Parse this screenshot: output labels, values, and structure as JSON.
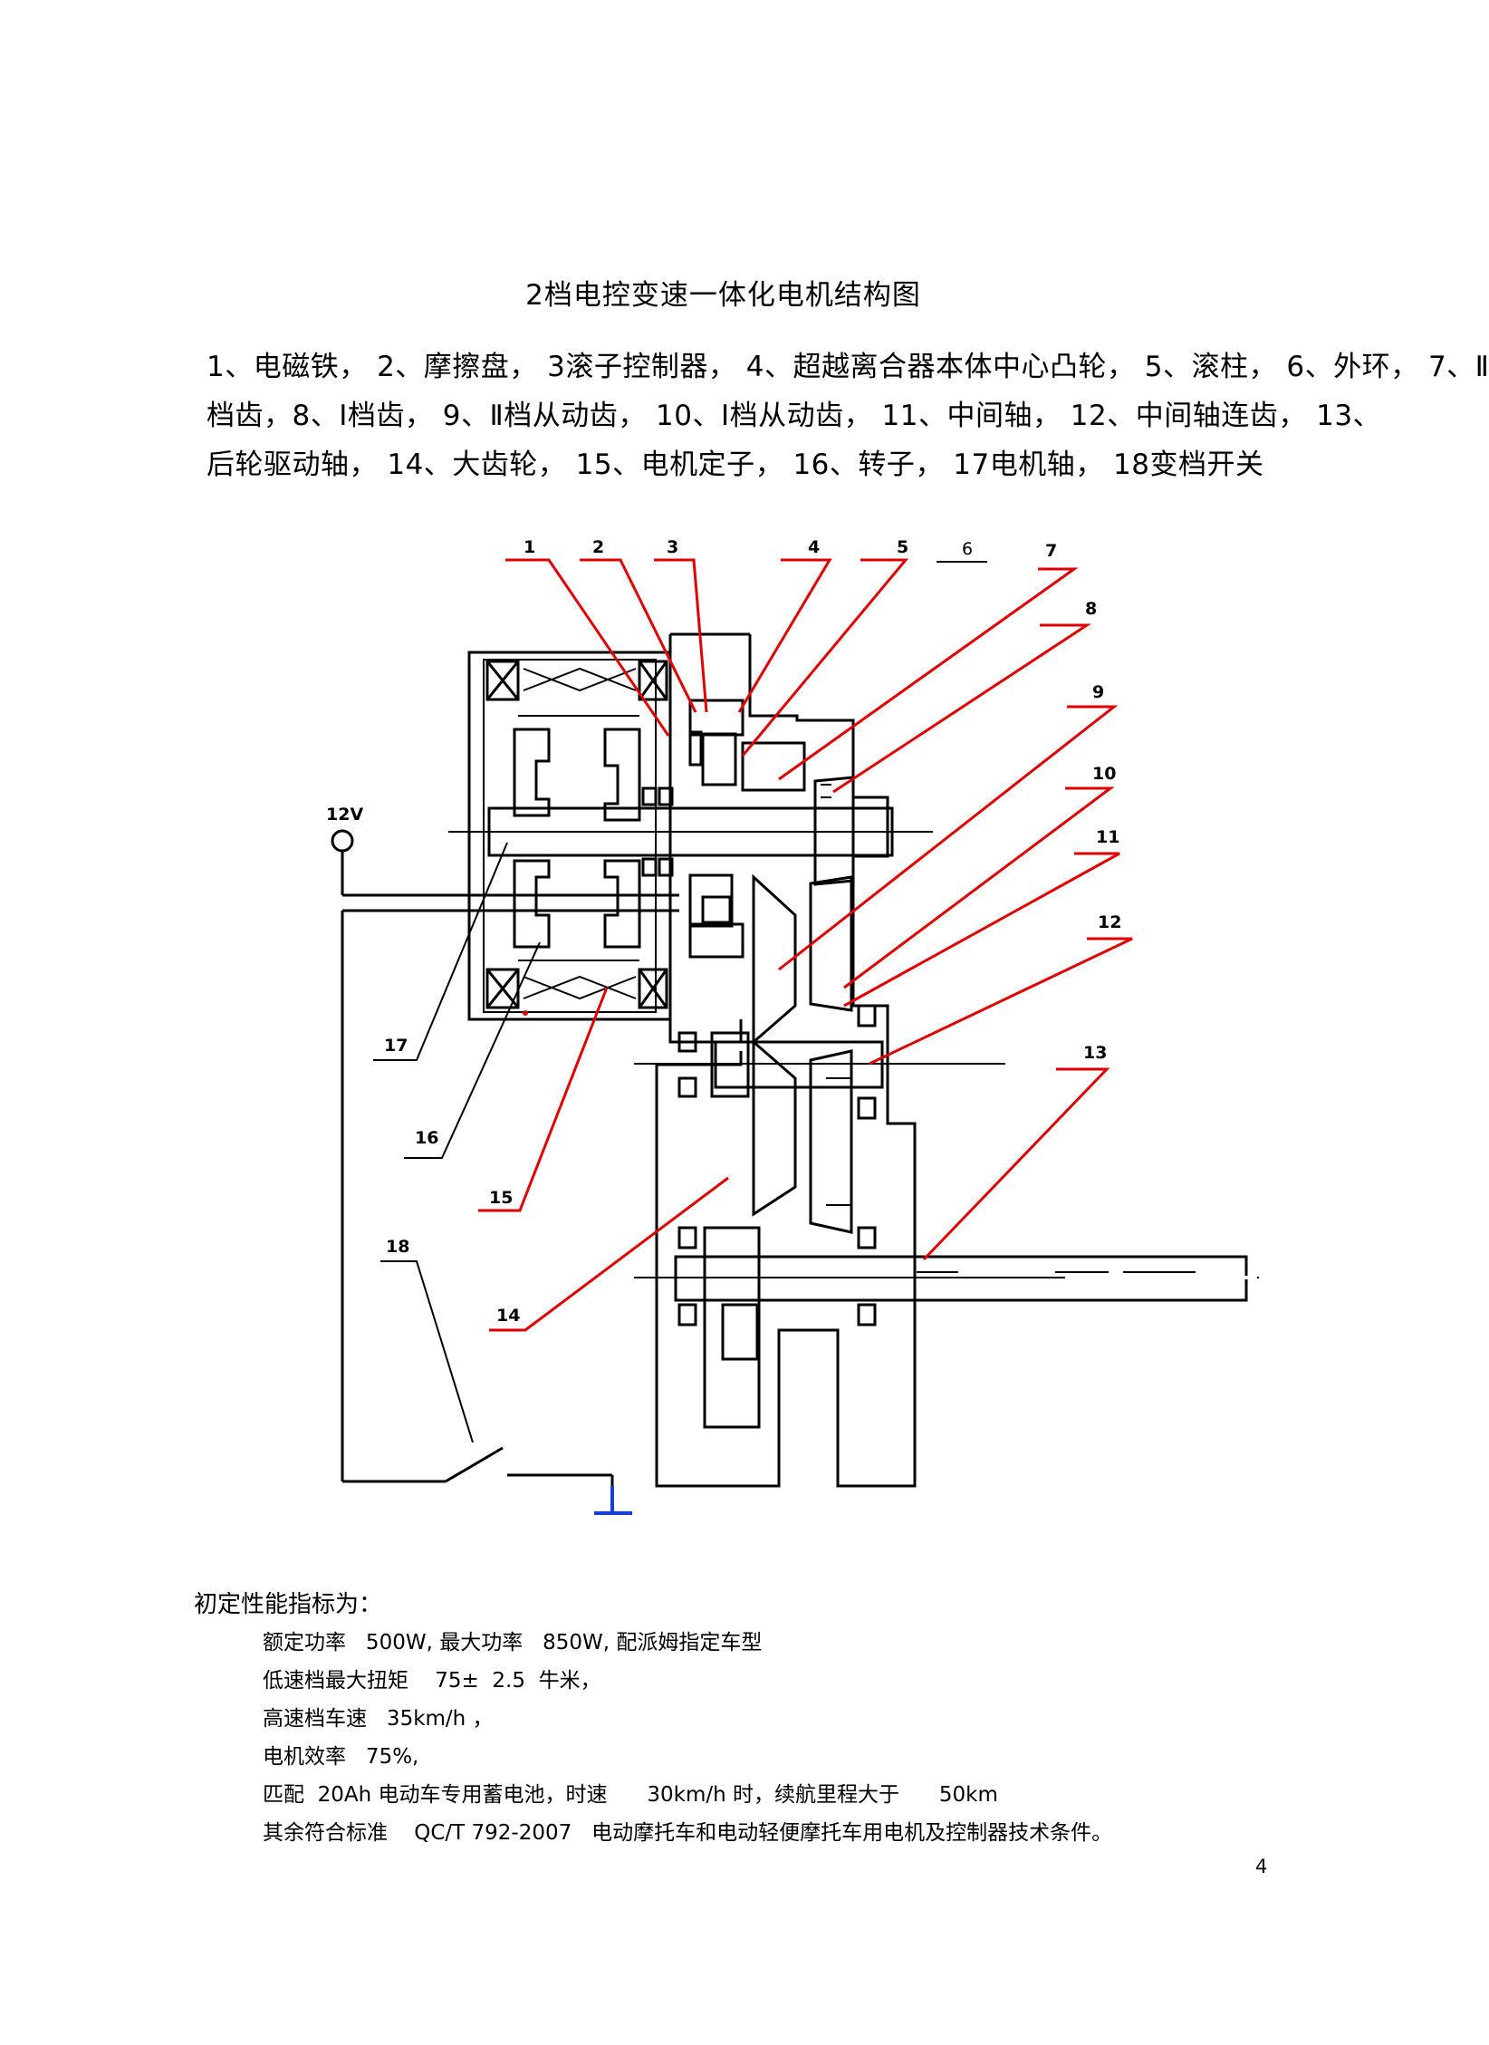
{
  "title": "2档电控变速一体化电机结构图",
  "legend": {
    "line1": "1、电磁铁， 2、摩擦盘， 3滚子控制器， 4、超越离合器本体中心凸轮， 5、滚柱， 6、外环， 7、Ⅱ",
    "line2": "档齿，8、Ⅰ档齿， 9、Ⅱ档从动齿， 10、Ⅰ档从动齿， 11、中间轴， 12、中间轴连齿， 13、",
    "line3": "后轮驱动轴， 14、大齿轮， 15、电机定子， 16、转子， 17电机轴， 18变档开关"
  },
  "diagram": {
    "supply_label": "12V",
    "callouts": [
      "1",
      "2",
      "3",
      "4",
      "5",
      "6",
      "7",
      "8",
      "9",
      "10",
      "11",
      "12",
      "13",
      "14",
      "15",
      "16",
      "17",
      "18"
    ]
  },
  "performance": {
    "heading": "初定性能指标为：",
    "items": [
      "额定功率   500W, 最大功率   850W, 配派姆指定车型",
      "低速档最大扭矩    75±  2.5  牛米，",
      "高速档车速   35km/h ，",
      "电机效率   75%,",
      "匹配  20Ah 电动车专用蓄电池，时速      30km/h 时，续航里程大于      50km",
      "其余符合标准    QC/T 792-2007   电动摩托车和电动轻便摩托车用电机及控制器技术条件。"
    ]
  },
  "page_number": "4",
  "colors": {
    "leader": "#e00000",
    "ground": "#1a3fd6",
    "line": "#000000"
  }
}
